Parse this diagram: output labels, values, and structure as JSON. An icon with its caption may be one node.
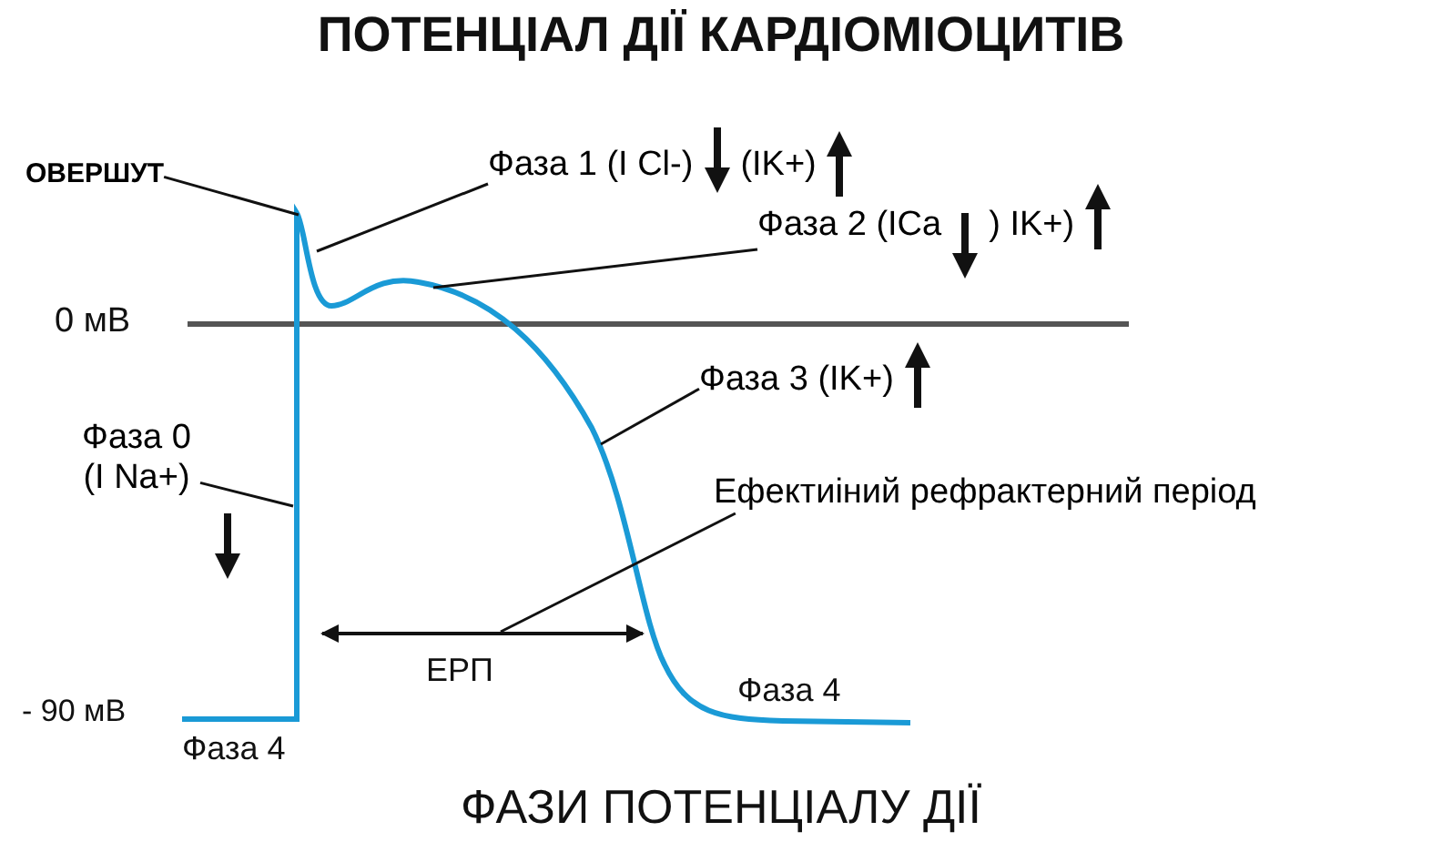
{
  "diagram": {
    "title": "ПОТЕНЦІАЛ ДІЇ КАРДІОМІОЦИТІВ",
    "caption": "ФАЗИ ПОТЕНЦІАЛУ ДІЇ",
    "nodes": [
      {
        "text": [
          "ОВЕРШУТ"
        ]
      },
      {
        "text": [
          "Фаза 1 (I Cl-)",
          "(IK+)"
        ]
      },
      {
        "text": [
          "Фаза 2 (ICa",
          ") IK+)"
        ]
      },
      {
        "text": [
          "Фаза 3 (IK+)"
        ]
      },
      {
        "text": [
          "Фаза 0 (I Na+)"
        ]
      },
      {
        "text": [
          "Ефектиіний рефрактерний період"
        ]
      }
    ],
    "edges": [
      {
        "from": 0,
        "to": null,
        "arrow": "none"
      },
      {
        "from": 1,
        "to": null,
        "arrow": "none"
      },
      {
        "from": 2,
        "to": null,
        "arrow": "none"
      },
      {
        "from": 3,
        "to": null,
        "arrow": "none"
      },
      {
        "from": 4,
        "to": null,
        "arrow": "none"
      },
      {
        "from": 5,
        "to": null,
        "arrow": "none"
      }
    ],
    "labels": [
      "0 мВ",
      "- 90 мВ",
      "Фаза 4",
      "ЕРП",
      "Фаза 4"
    ]
  }
}
